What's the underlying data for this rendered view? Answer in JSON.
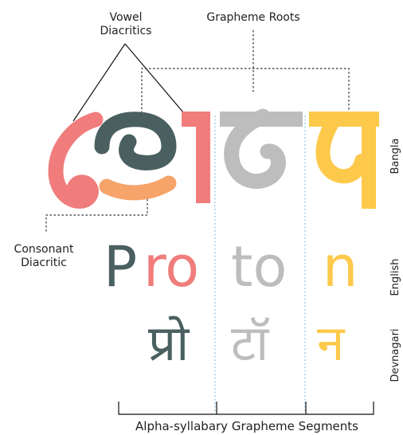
{
  "labels": {
    "vowel_line1": "Vowel",
    "vowel_line2": "Diacritics",
    "grapheme_roots": "Grapheme Roots",
    "consonant_line1": "Consonant",
    "consonant_line2": "Diacritic",
    "bottom": "Alpha-syllabary Grapheme Segments"
  },
  "languages": {
    "bangla": "Bangla",
    "english": "English",
    "devnagari": "Devnagari"
  },
  "english": {
    "p": "P",
    "ro": "ro",
    "to": "to",
    "n": "n"
  },
  "devnagari": {
    "pro": "प्रो",
    "taw": "टॉ",
    "na": "न"
  },
  "bangla": {
    "ta": "ট",
    "na": "ন"
  },
  "colors": {
    "dark": "#4a5f60",
    "pink": "#f07c7c",
    "orange": "#f6a46a",
    "gray": "#bdbdbd",
    "yellow": "#fdc94a",
    "guide": "#8fc3e8"
  }
}
